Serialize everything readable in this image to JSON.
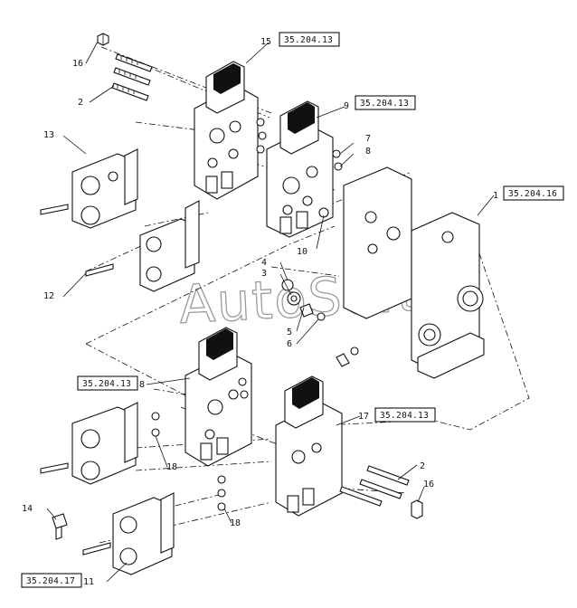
{
  "watermark": "AutoSoft",
  "callouts": [
    {
      "id": "c16a",
      "text": "16"
    },
    {
      "id": "c2a",
      "text": "2"
    },
    {
      "id": "c15",
      "text": "15"
    },
    {
      "id": "c9",
      "text": "9"
    },
    {
      "id": "c7",
      "text": "7"
    },
    {
      "id": "c8a",
      "text": "8"
    },
    {
      "id": "c13",
      "text": "13"
    },
    {
      "id": "c10",
      "text": "10"
    },
    {
      "id": "c1",
      "text": "1"
    },
    {
      "id": "c4",
      "text": "4"
    },
    {
      "id": "c3",
      "text": "3"
    },
    {
      "id": "c5",
      "text": "5"
    },
    {
      "id": "c6",
      "text": "6"
    },
    {
      "id": "c12",
      "text": "12"
    },
    {
      "id": "c8b",
      "text": "8"
    },
    {
      "id": "c17",
      "text": "17"
    },
    {
      "id": "c18a",
      "text": "18"
    },
    {
      "id": "c2b",
      "text": "2"
    },
    {
      "id": "c16b",
      "text": "16"
    },
    {
      "id": "c14",
      "text": "14"
    },
    {
      "id": "c18b",
      "text": "18"
    },
    {
      "id": "c11",
      "text": "11"
    }
  ],
  "references": [
    {
      "id": "r15",
      "text": "35.204.13"
    },
    {
      "id": "r9",
      "text": "35.204.13"
    },
    {
      "id": "r1",
      "text": "35.204.16"
    },
    {
      "id": "r8",
      "text": "35.204.13"
    },
    {
      "id": "r17",
      "text": "35.204.13"
    },
    {
      "id": "r11",
      "text": "35.204.17"
    }
  ]
}
